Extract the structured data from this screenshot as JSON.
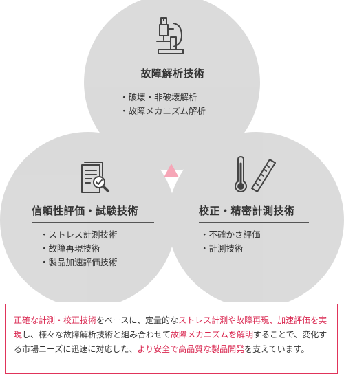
{
  "circles": [
    {
      "title": "故障解析技術",
      "items": [
        "破壊・非破壊解析",
        "故障メカニズム解析"
      ]
    },
    {
      "title": "信頼性評価・試験技術",
      "items": [
        "ストレス計測技術",
        "故障再現技術",
        "製品加速評価技術"
      ]
    },
    {
      "title": "校正・精密計測技術",
      "items": [
        "不確かさ評価",
        "計測技術"
      ]
    }
  ],
  "summary": {
    "segments": [
      {
        "text": "正確な計測・校正技術",
        "highlight": true
      },
      {
        "text": "をベースに、定量的な",
        "highlight": false
      },
      {
        "text": "ストレス計測や故障再現、加速評価を実現",
        "highlight": true
      },
      {
        "text": "し、様々な故障解析技術と組み合わせて",
        "highlight": false
      },
      {
        "text": "故障メカニズムを解明",
        "highlight": true
      },
      {
        "text": "することで、変化する市場ニーズに迅速に対応した、",
        "highlight": false
      },
      {
        "text": "より安全で高品質な製品開発",
        "highlight": true
      },
      {
        "text": "を支えています。",
        "highlight": false
      }
    ]
  },
  "colors": {
    "circle_fill": "#d9d9d9",
    "overlap_fill": "#c8c8c8",
    "accent": "#e0345a",
    "icon": "#444444"
  },
  "icons": [
    "microscope-icon",
    "document-magnifier-icon",
    "thermometer-ruler-icon"
  ]
}
